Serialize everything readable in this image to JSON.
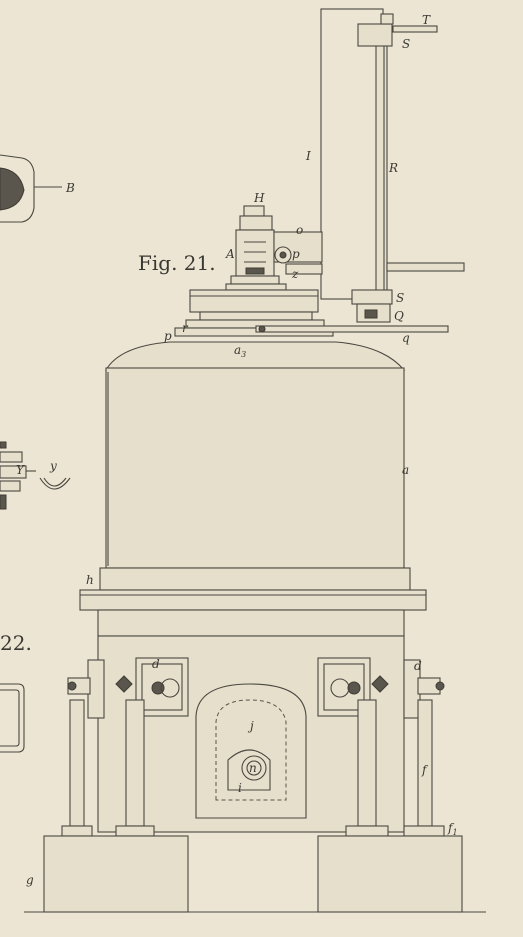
{
  "figure": {
    "title": "Fig. 21."
  },
  "labels": {
    "T": "T",
    "S_top": "S",
    "I": "I",
    "R": "R",
    "H": "H",
    "A": "A",
    "o": "o",
    "p": "p",
    "z": "z",
    "S_bottom": "S",
    "Q": "Q",
    "r": "r",
    "p_lower": "p",
    "q": "q",
    "a3": "a",
    "a3_sub": "3",
    "a": "a",
    "h": "h",
    "d_left": "d",
    "d_right": "d",
    "j": "j",
    "n": "n",
    "i": "i",
    "f": "f",
    "f1": "f",
    "f1_sub": "1",
    "g": "g",
    "B": "B",
    "Y": "Y",
    "y": "y",
    "fig22": "22."
  },
  "colors": {
    "paper": "#ece5d3",
    "ink": "#4a4740"
  }
}
